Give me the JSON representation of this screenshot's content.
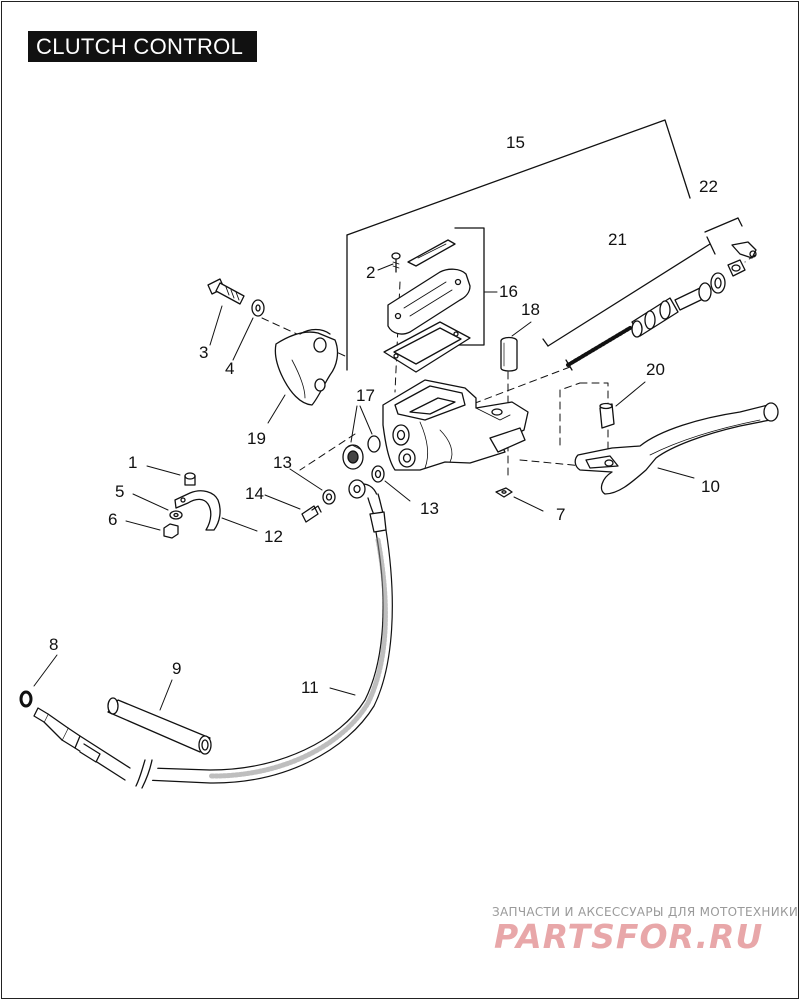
{
  "title": "CLUTCH CONTROL",
  "callouts": {
    "c1": "1",
    "c2": "2",
    "c3": "3",
    "c4": "4",
    "c5": "5",
    "c6": "6",
    "c7": "7",
    "c8": "8",
    "c9": "9",
    "c10": "10",
    "c11": "11",
    "c12": "12",
    "c13a": "13",
    "c13b": "13",
    "c14": "14",
    "c15": "15",
    "c16": "16",
    "c17": "17",
    "c18": "18",
    "c19": "19",
    "c20": "20",
    "c21": "21",
    "c22": "22"
  },
  "watermark": {
    "caption": "ЗАПЧАСТИ И АКСЕССУАРЫ ДЛЯ МОТОТЕХНИКИ",
    "logo_text": "PARTSFOR.RU",
    "color": "#e8a7a9"
  }
}
